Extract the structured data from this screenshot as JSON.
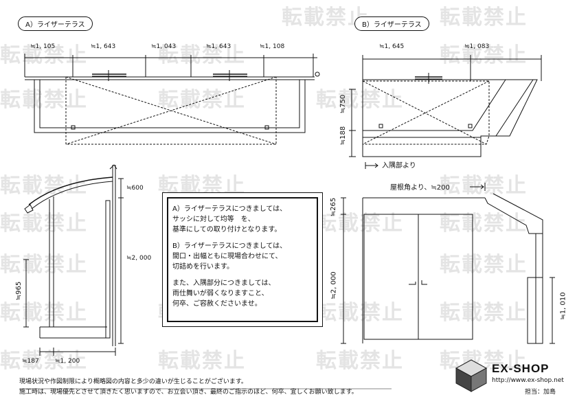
{
  "watermark": "転載禁止",
  "sections": {
    "a_title": "A）ライザーテラス",
    "b_title": "B）ライザーテラス"
  },
  "dims_a_top": [
    "≒1, 105",
    "≒1, 643",
    "≒1, 043",
    "≒1, 643",
    "≒1, 108"
  ],
  "dims_b_top": [
    "≒1, 645",
    "≒1, 083"
  ],
  "dims_b_side": [
    "≒750",
    "≒188"
  ],
  "b_corner_note": "入隅部より",
  "b_roof_note": "屋根角より、≒200",
  "side": {
    "d600": "≒600",
    "d2000": "≒2, 000",
    "d965": "≒965",
    "d187": "≒187",
    "d1200": "≒1, 200"
  },
  "elev": {
    "d265": "≒265",
    "d2000": "≒2, 000",
    "d1010": "≒1, 010"
  },
  "notes": [
    "A）ライザーテラスにつきましては、",
    "サッシに対して均等　を、",
    "基準にしての取り付けとなります。",
    "B）ライザーテラスにつきましては、",
    "間口・出幅ともに現場合わせにて、",
    "切詰めを行います。",
    "また、入隅部分につきましては、",
    "雨仕舞いが弱くなりますこと、",
    "何卒、ご容赦くださいませ。"
  ],
  "footer": {
    "line1": "現場状況や作図制限により概略図の内容と多少の違いが生じることがございます。",
    "line2": "施工時は、現場優先とさせて頂きたく思いますので、お立会い頂き、最終のご指示のほど、何卒、宜しくお願い致します。",
    "staff": "担当：加島"
  },
  "logo": {
    "name": "EX-SHOP",
    "url": "http://www.ex-shop.net"
  }
}
